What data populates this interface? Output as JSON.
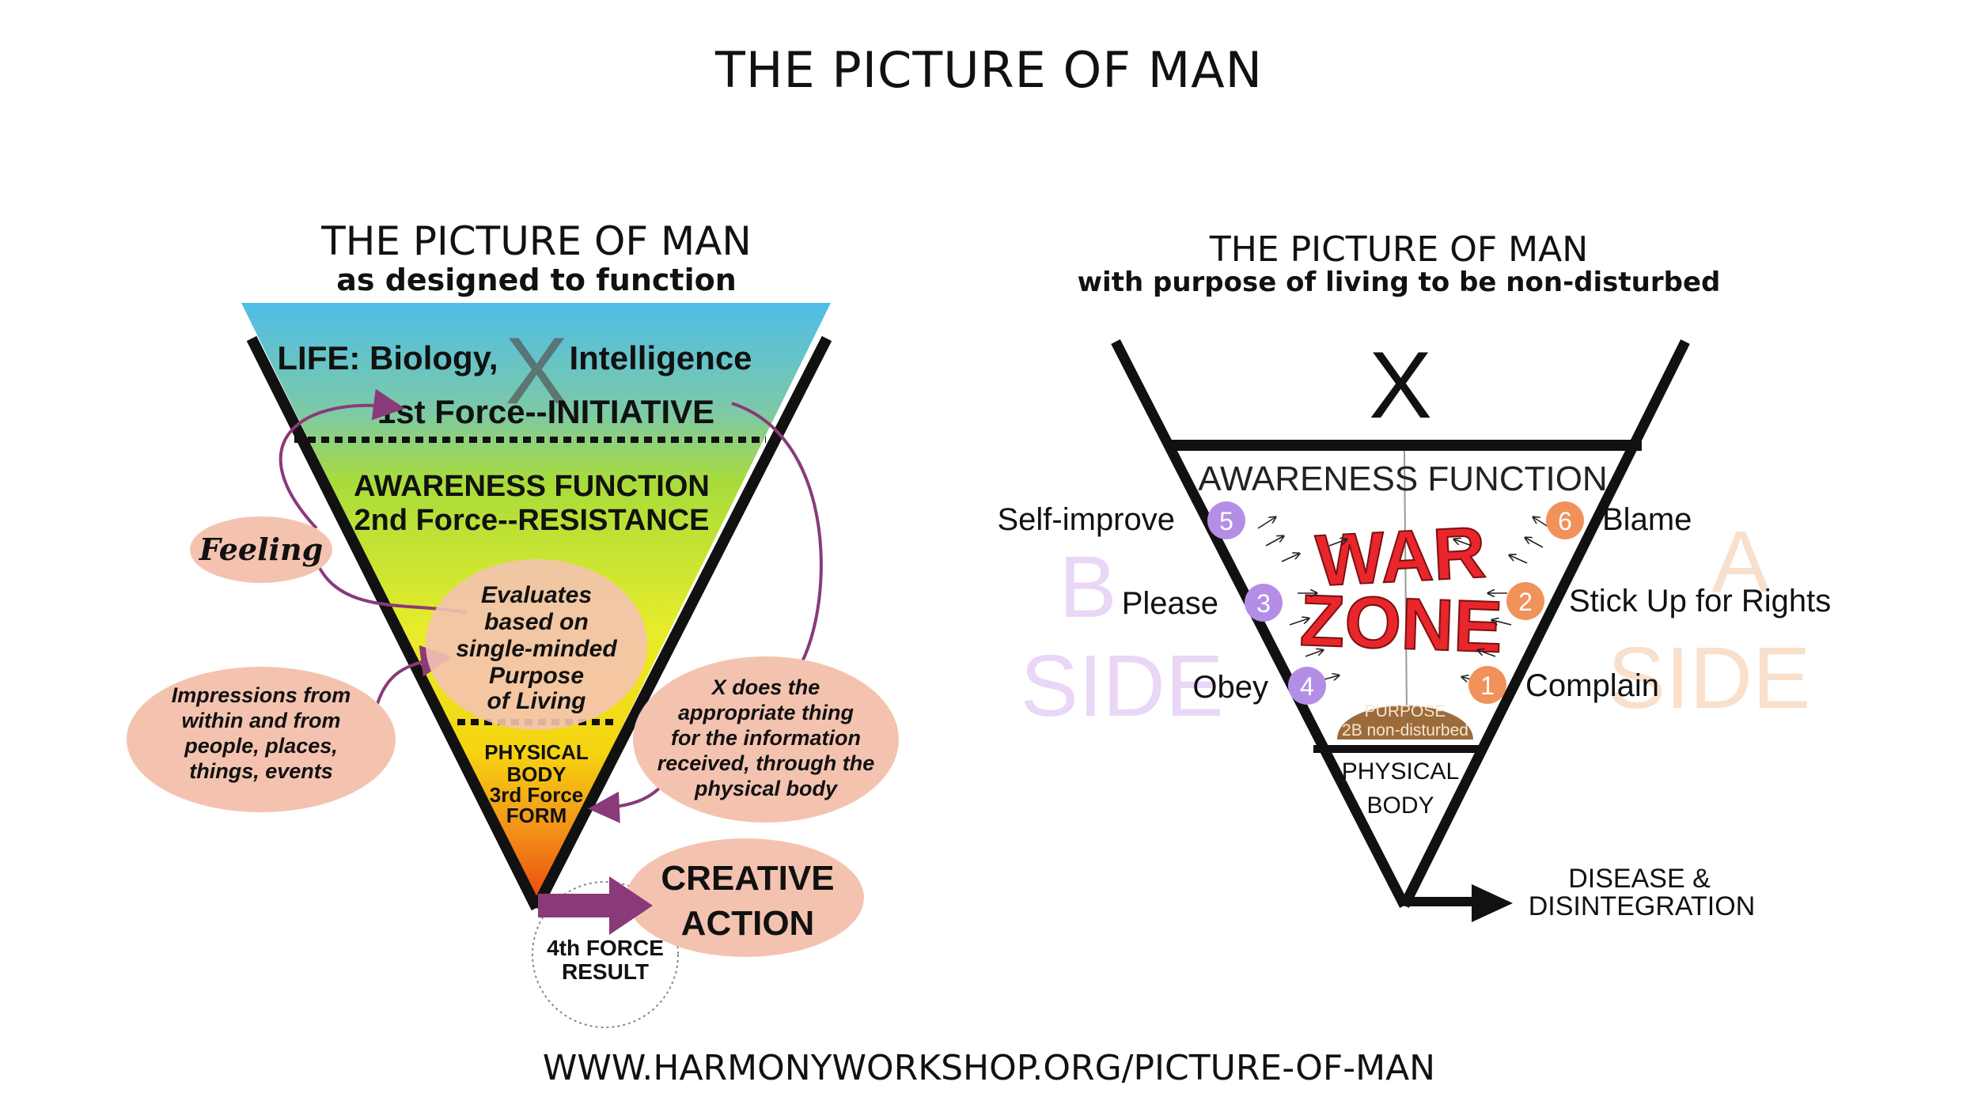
{
  "page": {
    "title": "THE PICTURE OF MAN",
    "footer_url": "WWW.HARMONYWORKSHOP.ORG/PICTURE-OF-MAN"
  },
  "left": {
    "title": "THE PICTURE OF MAN",
    "subtitle": "as designed to function",
    "life_label": "LIFE: Biology,",
    "x_mark": "X",
    "intelligence_label": "Intelligence",
    "first_force": "1st Force--INITIATIVE",
    "awareness_function": "AWARENESS FUNCTION",
    "second_force": "2nd Force--RESISTANCE",
    "feeling": "Feeling",
    "evaluates": [
      "Evaluates",
      "based on",
      "single-minded",
      "Purpose",
      "of Living"
    ],
    "impressions": [
      "Impressions from",
      "within and from",
      "people, places,",
      "things, events"
    ],
    "x_does": [
      "X does the",
      "appropriate thing",
      "for the information",
      "received, through the",
      "physical body"
    ],
    "physical_body": [
      "PHYSICAL",
      "BODY",
      "3rd Force",
      "FORM"
    ],
    "creative_action": [
      "CREATIVE",
      "ACTION"
    ],
    "fourth_force": [
      "4th FORCE",
      "RESULT"
    ]
  },
  "right": {
    "title": "THE PICTURE OF MAN",
    "subtitle": "with purpose of living to be non-disturbed",
    "x_mark": "X",
    "awareness_function": "AWARENESS FUNCTION",
    "war_zone": [
      "WAR",
      "ZONE"
    ],
    "purpose": [
      "PURPOSE",
      "2B non-disturbed"
    ],
    "physical_body": [
      "PHYSICAL",
      "BODY"
    ],
    "disease": [
      "DISEASE &",
      "DISINTEGRATION"
    ],
    "b_side": [
      "B",
      "SIDE"
    ],
    "a_side": [
      "A",
      "SIDE"
    ],
    "left_items": [
      {
        "num": "5",
        "label": "Self-improve"
      },
      {
        "num": "3",
        "label": "Please"
      },
      {
        "num": "4",
        "label": "Obey"
      }
    ],
    "right_items": [
      {
        "num": "6",
        "label": "Blame"
      },
      {
        "num": "2",
        "label": "Stick Up for Rights"
      },
      {
        "num": "1",
        "label": "Complain"
      }
    ]
  },
  "colors": {
    "purple_badge": "#b48ee6",
    "orange_badge": "#f0925a",
    "pink_ellipse": "#f4c3b0",
    "arrow_purple": "#8a3a78",
    "war_red": "#e8262b",
    "purpose_brown": "#9c6b3a"
  }
}
